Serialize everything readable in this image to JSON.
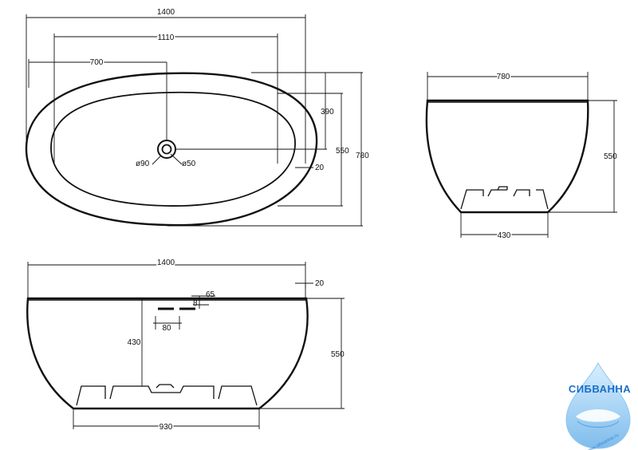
{
  "views": {
    "top": {
      "dims": {
        "overall_length": "1400",
        "inner_length": "1110",
        "drain_offset": "700",
        "drain_to_edge": "390",
        "inner_width": "550",
        "overall_width": "780",
        "rim": "20",
        "drain_outer_dia": "ø90",
        "drain_inner_dia": "ø50"
      }
    },
    "side": {
      "dims": {
        "width": "780",
        "height": "550",
        "base_width": "430"
      }
    },
    "front": {
      "dims": {
        "overall_length": "1400",
        "rim": "20",
        "overflow_offset": "65",
        "overflow_size": "8",
        "overflow_width": "80",
        "overflow_height": "430",
        "height": "550",
        "base_length": "930"
      }
    }
  },
  "logo": {
    "word": "СИБВАННА",
    "url": "www.sibvanna.ru",
    "colors": {
      "primary": "#1a6fc9",
      "light": "#9fd0f5"
    }
  }
}
